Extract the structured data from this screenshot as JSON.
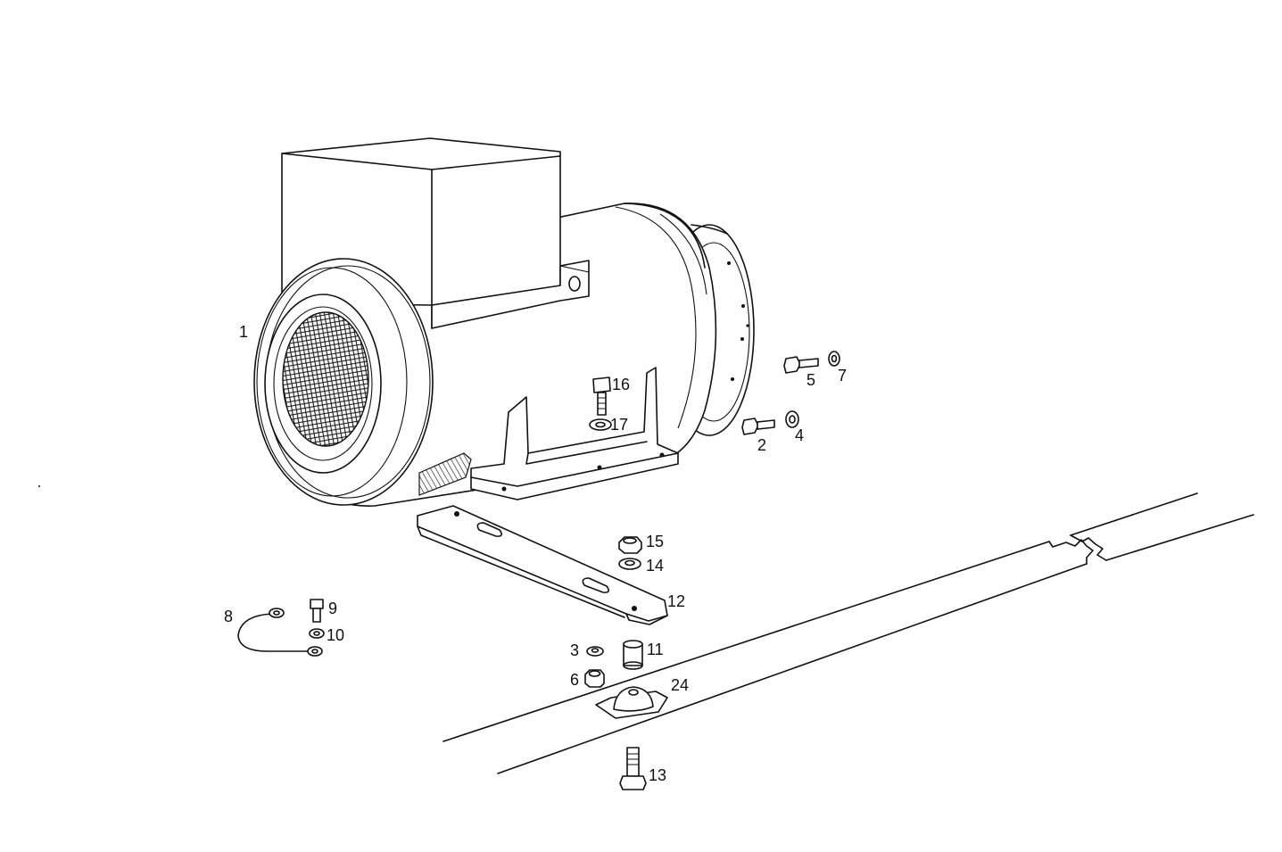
{
  "diagram": {
    "background": "#ffffff",
    "line_color": "#111111",
    "callouts": {
      "n1": "1",
      "n2": "2",
      "n3": "3",
      "n4": "4",
      "n5": "5",
      "n6": "6",
      "n7": "7",
      "n8": "8",
      "n9": "9",
      "n10": "10",
      "n11": "11",
      "n12": "12",
      "n13": "13",
      "n14": "14",
      "n15": "15",
      "n16": "16",
      "n17": "17",
      "n24": "24"
    }
  }
}
